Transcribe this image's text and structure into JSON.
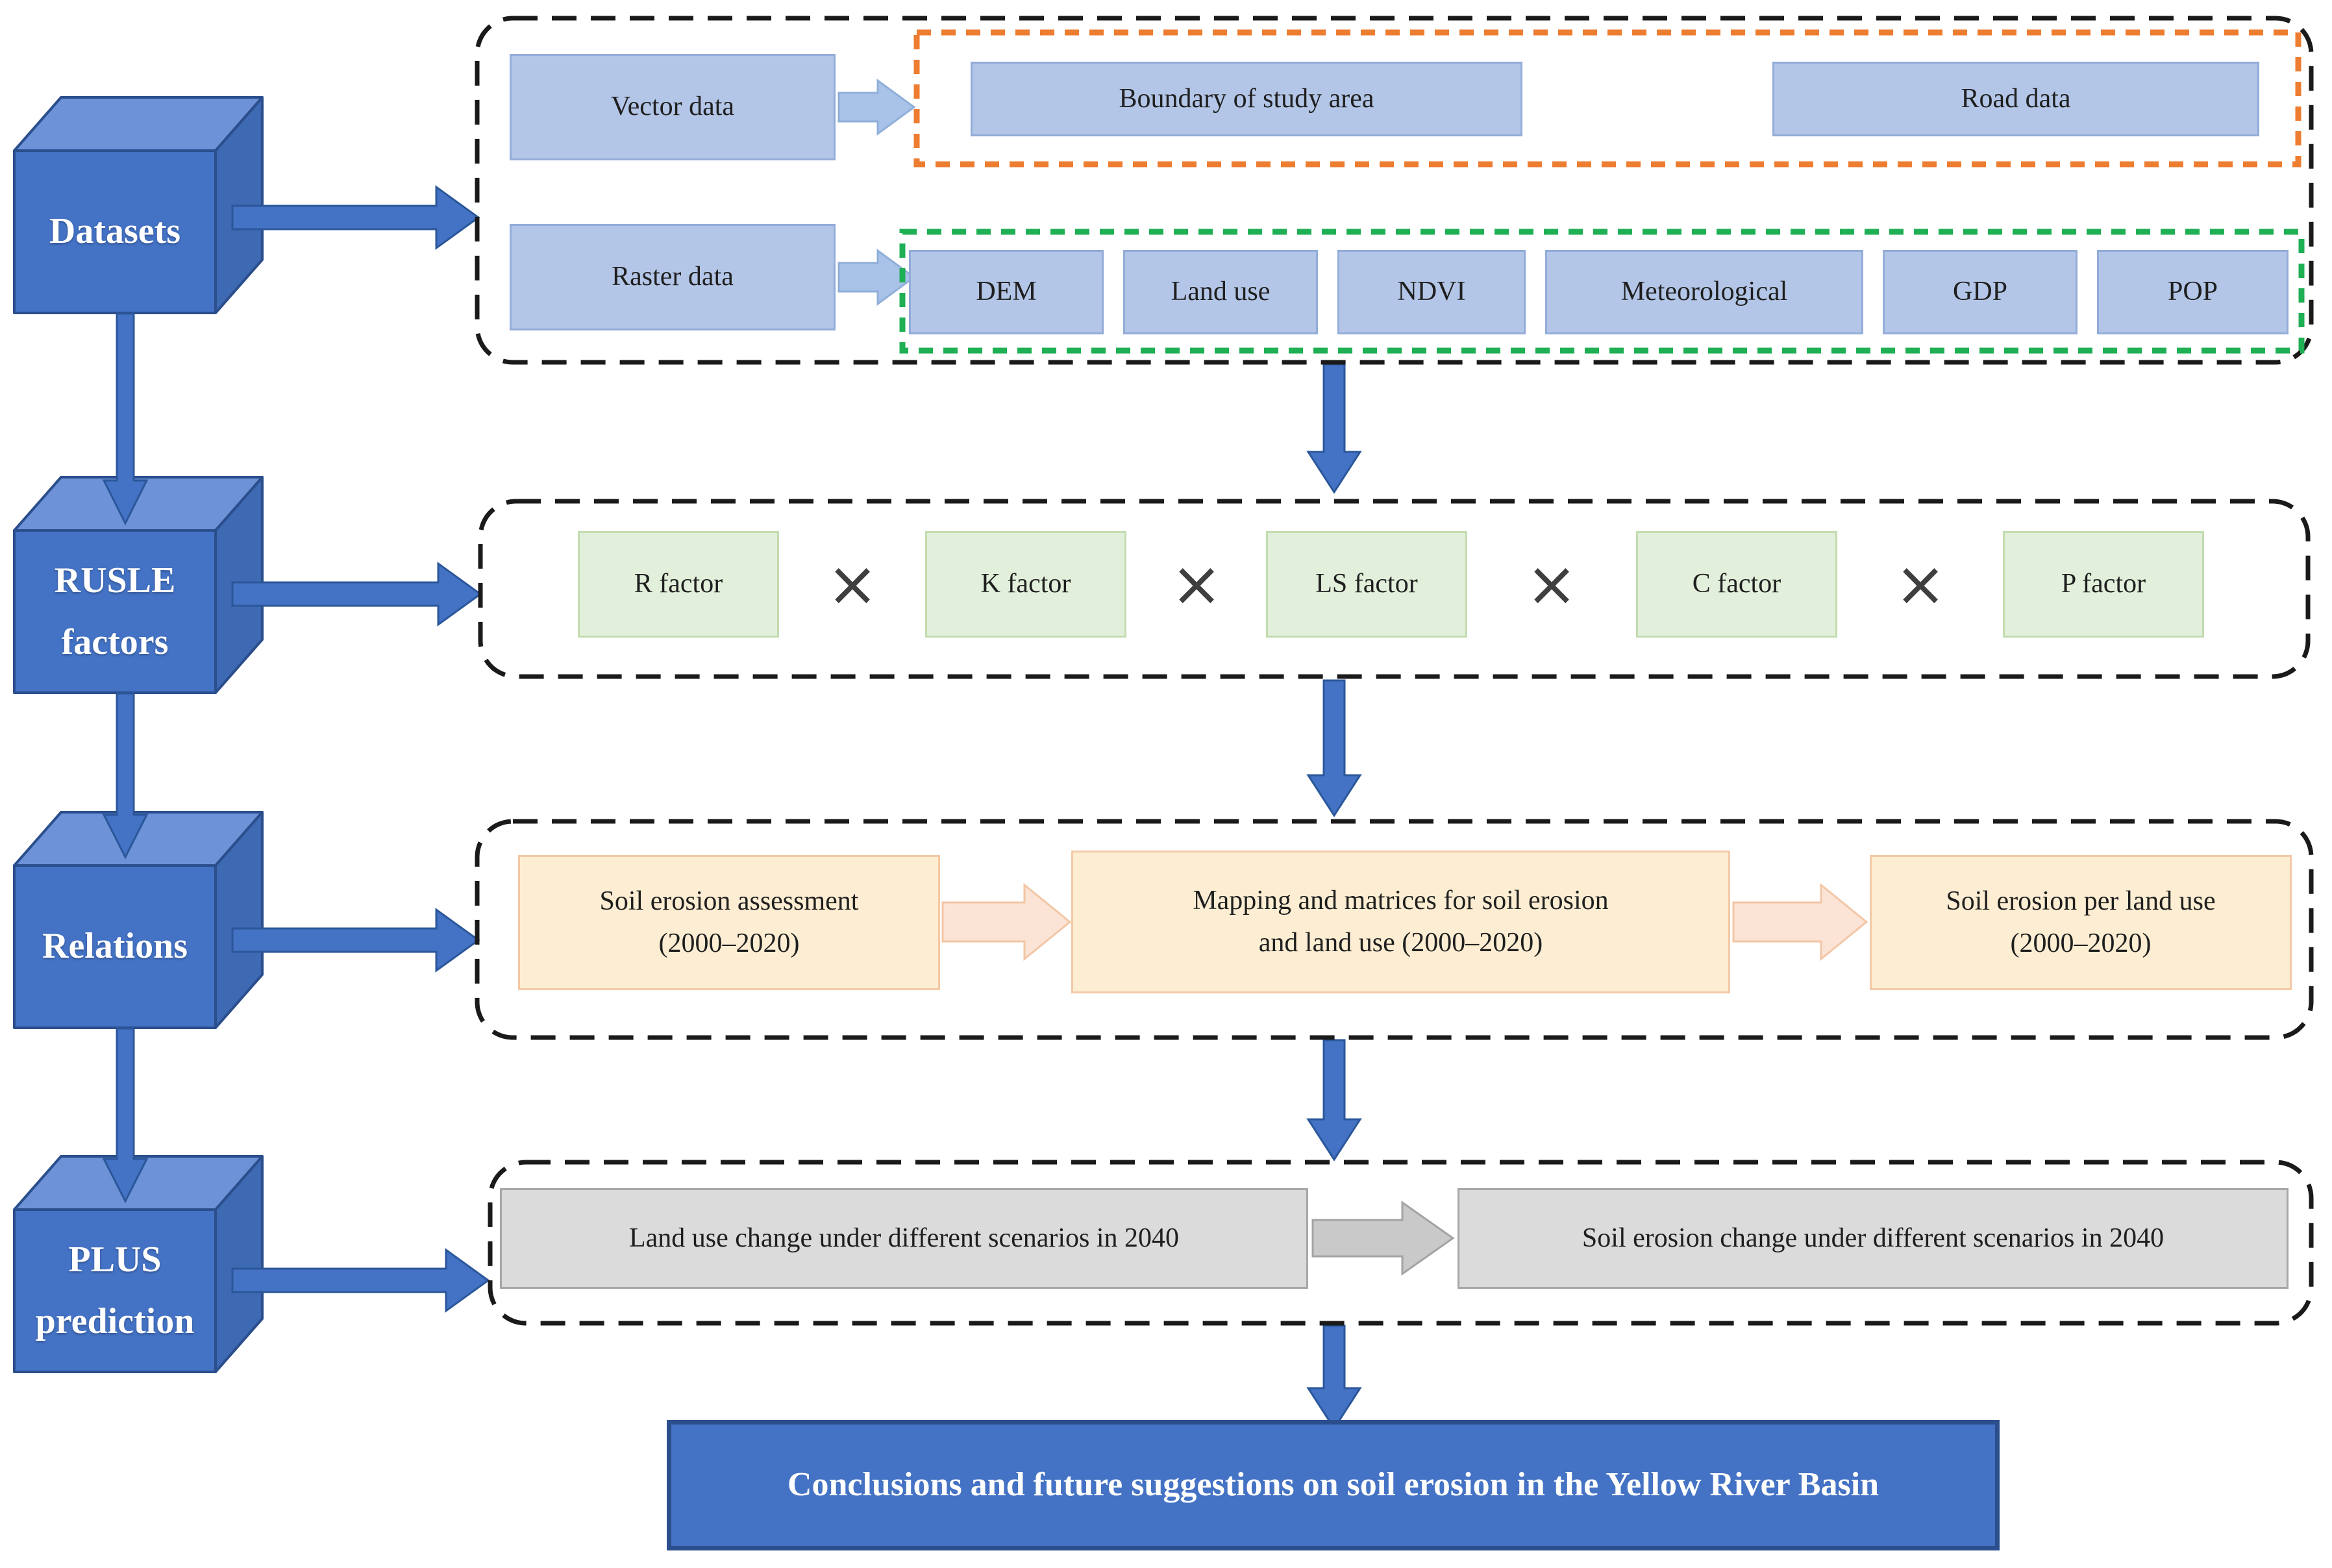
{
  "figure": {
    "title": "Soil erosion methodology flowchart",
    "colors": {
      "cube_blue": "#4472c4",
      "cube_top_blue": "#6d92d8",
      "cube_side_blue": "#3e69b3",
      "light_blue_box": "#b3c6e7",
      "green_box": "#e2efda",
      "cream_box": "#fdeed3",
      "gray_box": "#dbdbdb",
      "orange_dash": "#ed7d31",
      "green_dash": "#1faf54",
      "black_dash": "#1a1a1a",
      "arrow_blue": "#4472c4",
      "arrow_light_blue": "#a9c2e8",
      "arrow_peach": "#fbe4d5",
      "arrow_gray": "#c9c9c9",
      "conclusion_blue": "#4472c4"
    }
  },
  "cubes": [
    {
      "label": "Datasets"
    },
    {
      "label": "RUSLE\nfactors"
    },
    {
      "label": "Relations"
    },
    {
      "label": "PLUS\nprediction"
    }
  ],
  "row1": {
    "vector_label": "Vector data",
    "raster_label": "Raster data",
    "vector_items": [
      "Boundary of study area",
      "Road data"
    ],
    "raster_items": [
      "DEM",
      "Land use",
      "NDVI",
      "Meteorological",
      "GDP",
      "POP"
    ]
  },
  "row2": {
    "operator": "×",
    "factors": [
      "R factor",
      "K factor",
      "LS factor",
      "C factor",
      "P factor"
    ]
  },
  "row3": {
    "steps": [
      "Soil erosion assessment\n(2000–2020)",
      "Mapping and matrices for soil erosion\nand land use (2000–2020)",
      "Soil erosion per land use\n(2000–2020)"
    ]
  },
  "row4": {
    "steps": [
      "Land use change under different scenarios in 2040",
      "Soil erosion change under different scenarios in 2040"
    ]
  },
  "conclusion": {
    "label": "Conclusions and future suggestions on soil erosion in the Yellow River Basin"
  }
}
